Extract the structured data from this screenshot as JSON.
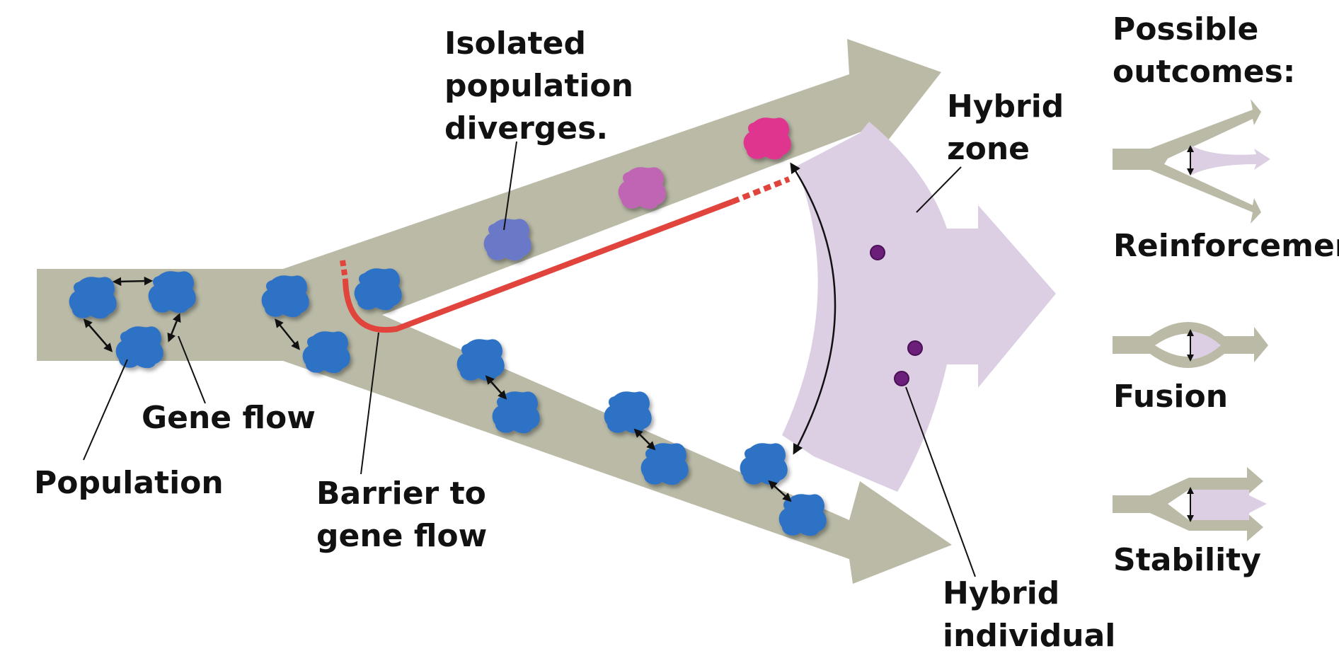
{
  "labels": {
    "isolated": [
      "Isolated",
      "population",
      "diverges."
    ],
    "hybrid_zone": [
      "Hybrid",
      "zone"
    ],
    "gene_flow": "Gene flow",
    "population": "Population",
    "barrier": [
      "Barrier to",
      "gene flow"
    ],
    "hybrid_individual": [
      "Hybrid",
      "individual"
    ]
  },
  "outcomes": {
    "heading": [
      "Possible",
      "outcomes:"
    ],
    "items": [
      {
        "label": "Reinforcement"
      },
      {
        "label": "Fusion"
      },
      {
        "label": "Stability"
      }
    ]
  },
  "colors": {
    "arrow_gray": "#babaa7",
    "hybrid_zone": "#dccfe4",
    "population_blue": "#2d72c6",
    "diverging_indigo": "#6b78c8",
    "diverging_orchid": "#c065b4",
    "diverging_magenta": "#e0358f",
    "hybrid_dot": "#6b1f7a",
    "barrier_red": "#e0443c"
  }
}
